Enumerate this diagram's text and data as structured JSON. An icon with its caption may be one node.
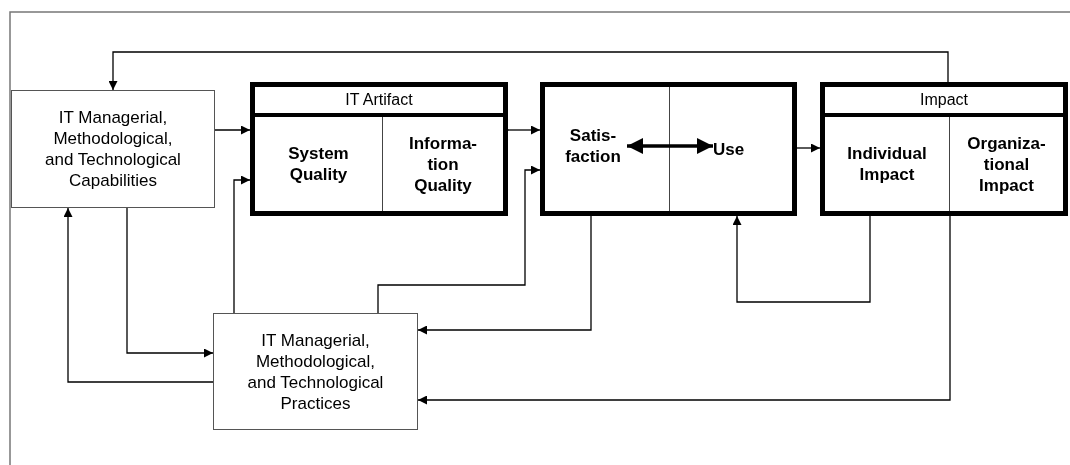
{
  "diagram": {
    "nodes": [
      {
        "text": [
          "IT Managerial, Methodological, and Technological Capabilities"
        ]
      },
      {
        "text": [
          "IT Artifact"
        ]
      },
      {
        "text": [
          "System Quality"
        ],
        "in": 1
      },
      {
        "text": [
          "Informa- tion Quality"
        ],
        "in": 1
      },
      {
        "text": [],
        "shape": "box"
      },
      {
        "text": [
          "Satis- faction"
        ],
        "in": 4
      },
      {
        "text": [
          "Use"
        ],
        "in": 4
      },
      {
        "text": [
          "Impact"
        ]
      },
      {
        "text": [
          "Individual Impact"
        ],
        "in": 7
      },
      {
        "text": [
          "Organiza- tional Impact"
        ],
        "in": 7
      },
      {
        "text": [
          "IT Managerial, Methodological, and Technological Practices"
        ]
      }
    ],
    "edges": [
      {
        "from": 0,
        "to": 1,
        "arrow": "to"
      },
      {
        "from": 10,
        "to": 1,
        "arrow": "to"
      },
      {
        "from": 1,
        "to": 4,
        "arrow": "to"
      },
      {
        "from": 10,
        "to": 4,
        "arrow": "to"
      },
      {
        "from": 5,
        "to": 6,
        "arrow": "both",
        "style": "thick"
      },
      {
        "from": 4,
        "to": 7,
        "arrow": "to"
      },
      {
        "from": 7,
        "to": 0,
        "arrow": "to"
      },
      {
        "from": 0,
        "to": 10,
        "arrow": "to"
      },
      {
        "from": 10,
        "to": 0,
        "arrow": "to"
      },
      {
        "from": 4,
        "to": 10,
        "arrow": "to"
      },
      {
        "from": 8,
        "to": 4,
        "arrow": "to"
      },
      {
        "from": 7,
        "to": 10,
        "arrow": "to"
      }
    ]
  }
}
